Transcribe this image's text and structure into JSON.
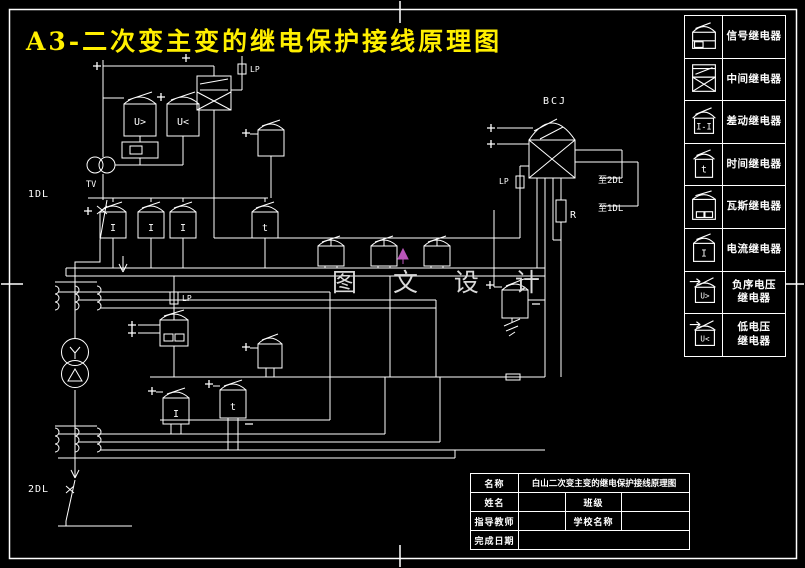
{
  "colors": {
    "background": "#000000",
    "line": "#ffffff",
    "title": "#ffef00",
    "watermark": "#d9d9d9",
    "marker": "#bb55bb"
  },
  "drawing_title": "A3-二次变主变的继电保护接线原理图",
  "watermark_text": "图 文 设 计",
  "legend": {
    "items": [
      {
        "name": "signal-relay",
        "lines": [
          "信号继电器"
        ]
      },
      {
        "name": "intermediate-relay",
        "lines": [
          "中间继电器"
        ]
      },
      {
        "name": "differential-relay",
        "lines": [
          "差动继电器"
        ],
        "glyph": "I-I"
      },
      {
        "name": "time-relay",
        "lines": [
          "时间继电器"
        ],
        "glyph": "t"
      },
      {
        "name": "gas-relay",
        "lines": [
          "瓦斯继电器"
        ]
      },
      {
        "name": "current-relay",
        "lines": [
          "电流继电器"
        ],
        "glyph": "I"
      },
      {
        "name": "negative-sequence-voltage-relay",
        "lines": [
          "负序电压",
          "继电器"
        ],
        "glyph": "U>"
      },
      {
        "name": "low-voltage-relay",
        "lines": [
          "低电压",
          "继电器"
        ],
        "glyph": "U<"
      }
    ]
  },
  "title_block": {
    "name_label": "名称",
    "name_value": "白山二次变主变的继电保护接线原理图",
    "student_label": "姓名",
    "student_value": "",
    "class_label": "班级",
    "class_value": "",
    "advisor_label": "指导教师",
    "advisor_value": "",
    "school_label": "学校名称",
    "school_value": "",
    "date_label": "完成日期",
    "date_value": ""
  },
  "labels": {
    "bcj": "BCJ",
    "r": "R",
    "to_2dl": "至2DL",
    "to_1dl": "至1DL",
    "breaker_1": "1DL",
    "breaker_2": "2DL",
    "tv": "TV",
    "u_over": "U>",
    "u_under": "U<",
    "current": "I",
    "time": "t",
    "link": "LP"
  }
}
